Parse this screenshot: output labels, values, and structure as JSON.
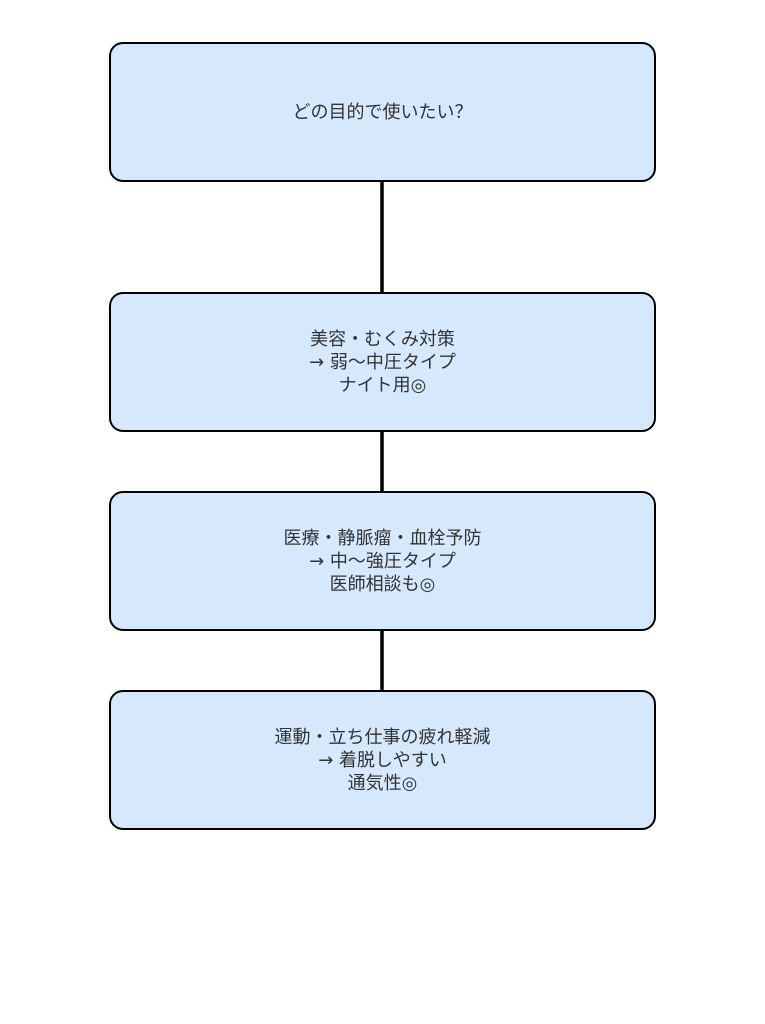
{
  "diagram": {
    "nodes": [
      {
        "id": "purpose-question",
        "lines": [
          "どの目的で使いたい？"
        ]
      },
      {
        "id": "beauty-swelling",
        "lines": [
          "美容・むくみ対策",
          "→ 弱〜中圧タイプ",
          "ナイト用◎"
        ]
      },
      {
        "id": "medical",
        "lines": [
          "医療・静脈瘤・血栓予防",
          "→ 中〜強圧タイプ",
          "医師相談も◎"
        ]
      },
      {
        "id": "exercise-standing",
        "lines": [
          "運動・立ち仕事の疲れ軽減",
          "→ 着脱しやすい",
          "通気性◎"
        ]
      }
    ],
    "edges": [
      {
        "from": "purpose-question",
        "to": "beauty-swelling"
      },
      {
        "from": "beauty-swelling",
        "to": "medical"
      },
      {
        "from": "medical",
        "to": "exercise-standing"
      }
    ],
    "colors": {
      "node_fill": "#d6e8fc",
      "node_border": "#000000",
      "text": "#333333",
      "arrow": "#000000"
    }
  }
}
